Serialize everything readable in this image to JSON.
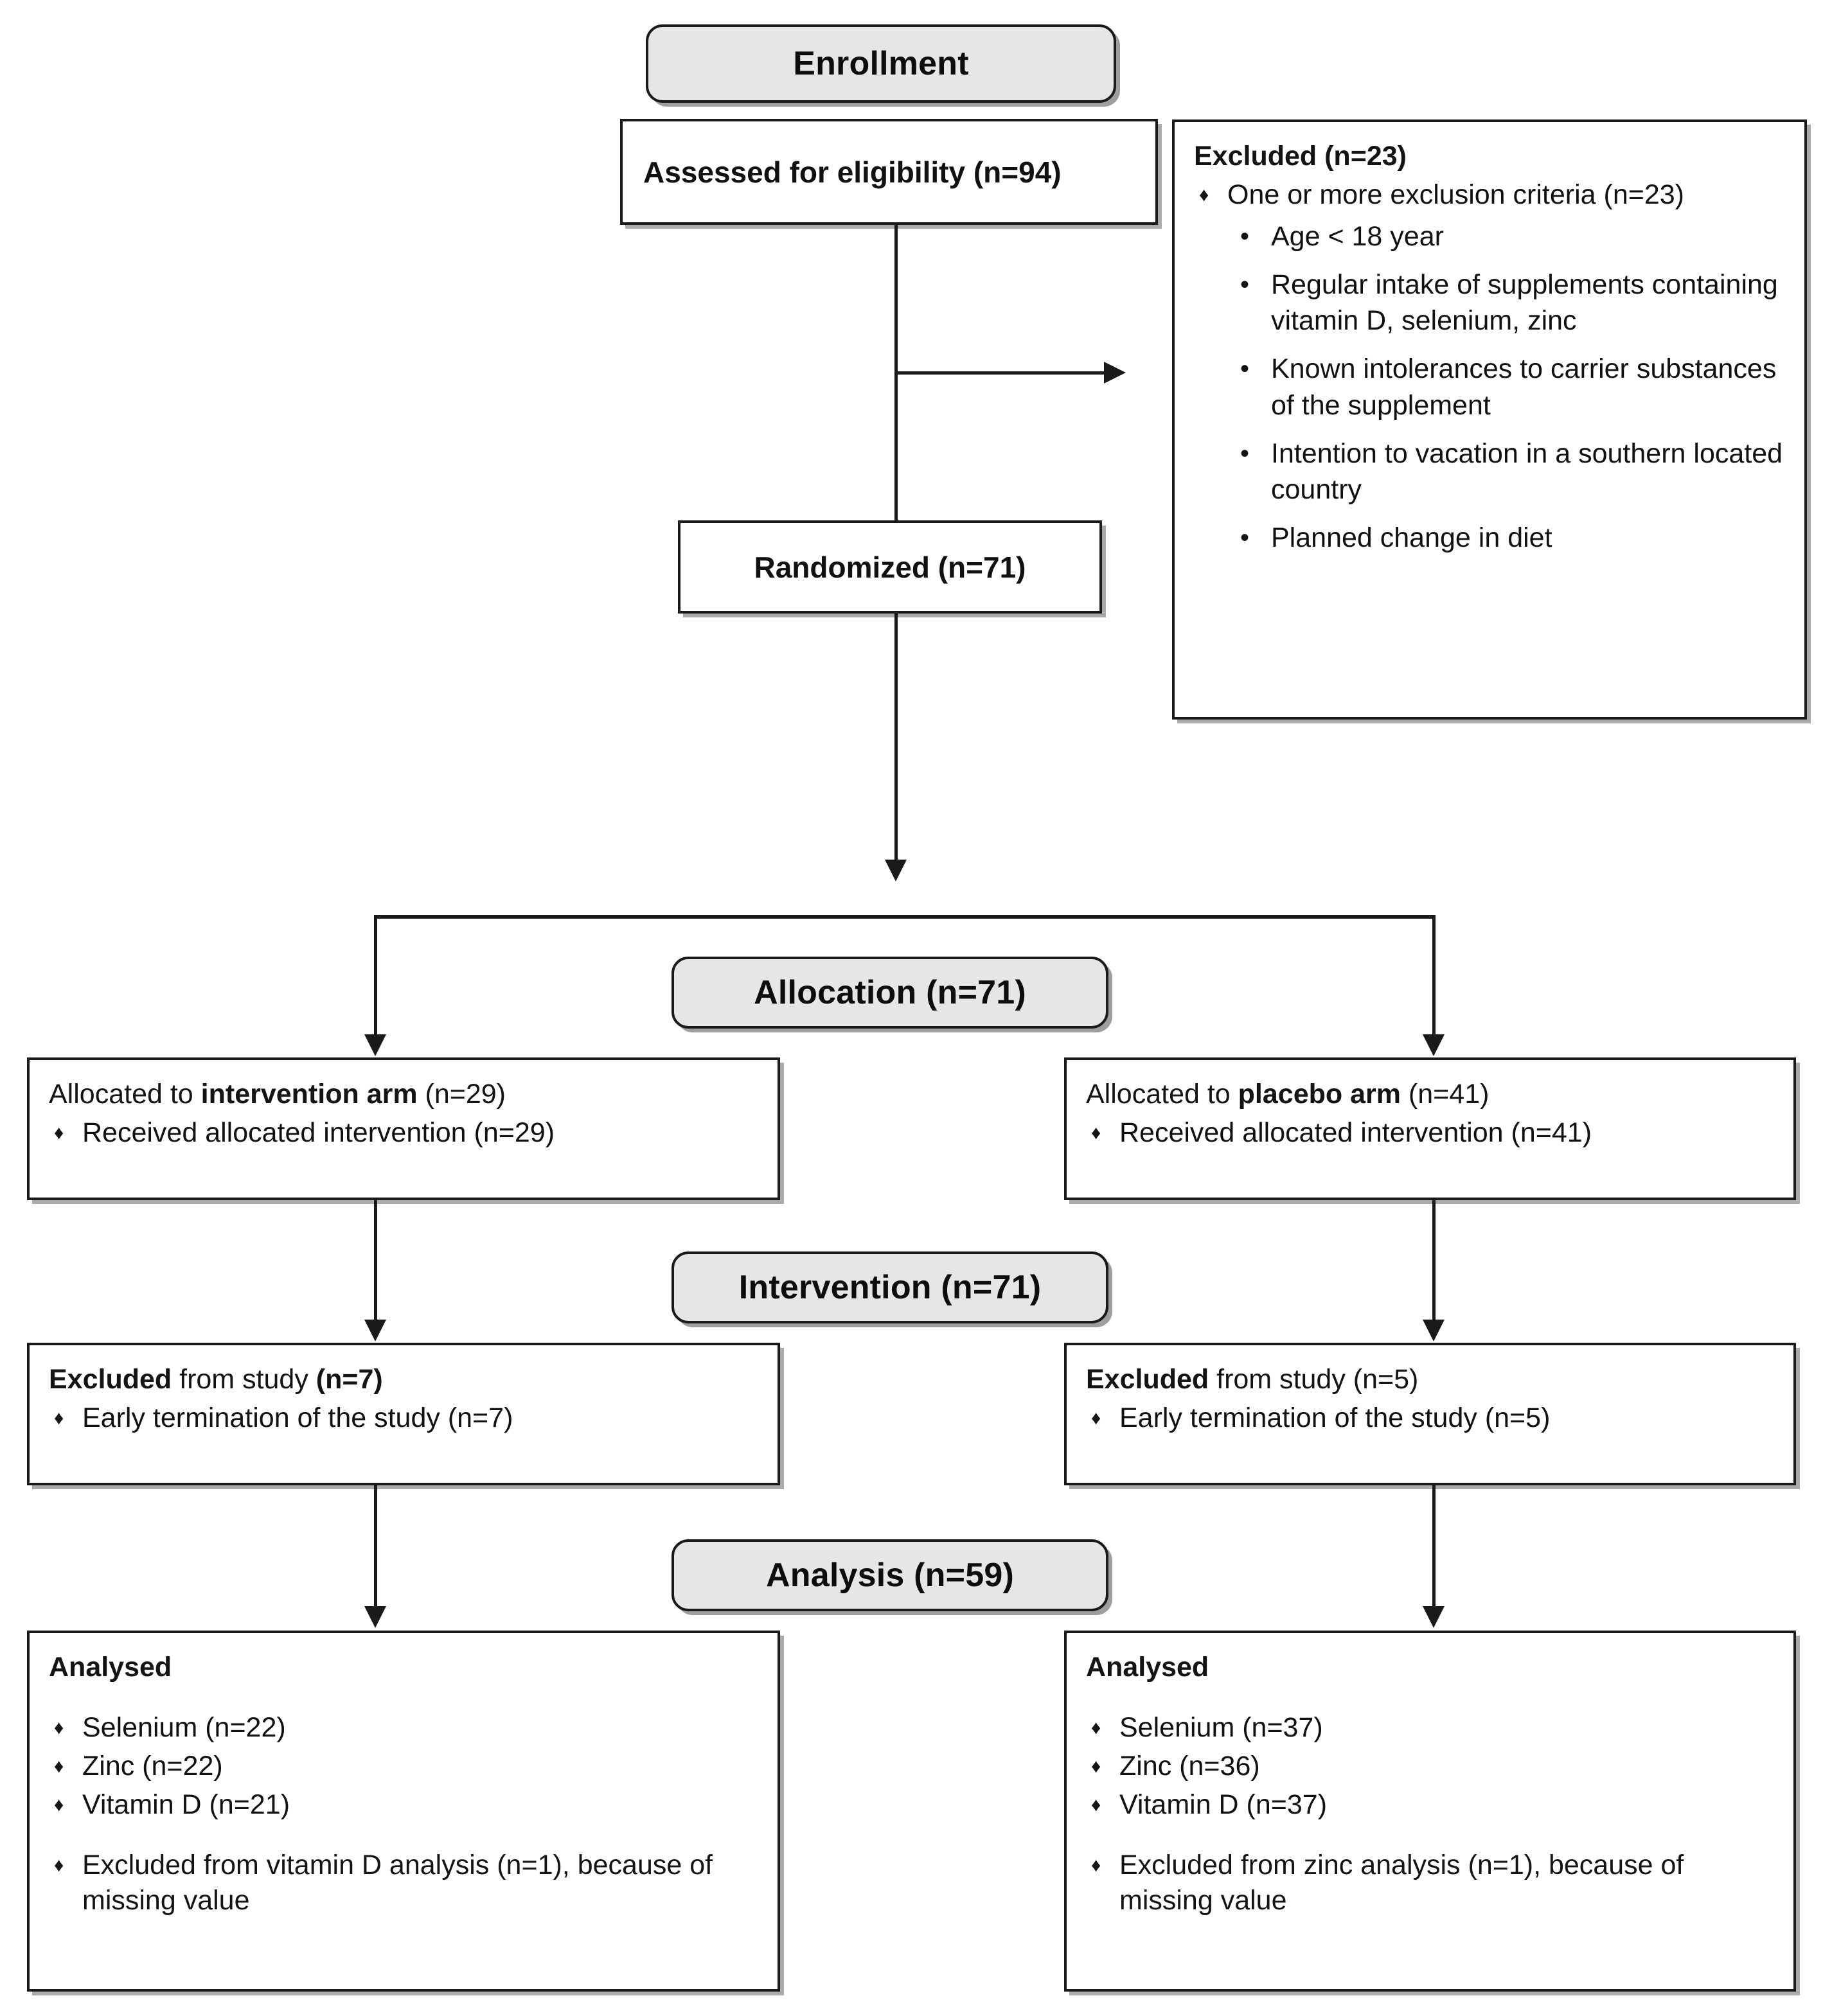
{
  "diagram": {
    "title": "CONSORT participant flow diagram",
    "stages": [
      {
        "id": "enrollment",
        "label": "Enrollment"
      },
      {
        "id": "allocation",
        "label": "Allocation (n=71)"
      },
      {
        "id": "intervention",
        "label": "Intervention (n=71)"
      },
      {
        "id": "analysis",
        "label": "Analysis (n=59)"
      }
    ],
    "enrollment": {
      "assessed": "Assessed for eligibility (n=94)",
      "randomized": "Randomized (n=71)",
      "excluded": {
        "heading": "Excluded (n=23)",
        "primary_bullet": "One or more exclusion criteria (n=23)",
        "sub_bullets": [
          "Age < 18 year",
          "Regular intake of supplements containing vitamin D, selenium, zinc",
          "Known intolerances to carrier substances of the supplement",
          "Intention to vacation in a southern located country",
          "Planned change in diet"
        ]
      }
    },
    "allocation": {
      "left": {
        "heading_prefix": "Allocated to ",
        "heading_bold": "intervention arm",
        "heading_suffix": " (n=29)",
        "bullets": [
          "Received allocated intervention (n=29)"
        ]
      },
      "right": {
        "heading_prefix": "Allocated to ",
        "heading_bold": "placebo arm",
        "heading_suffix": " (n=41)",
        "bullets": [
          "Received allocated intervention (n=41)"
        ]
      }
    },
    "intervention": {
      "left": {
        "heading_bold": "Excluded",
        "heading_rest": " from study ",
        "heading_count_bold": "(n=7)",
        "bullets": [
          "Early termination of the study (n=7)"
        ]
      },
      "right": {
        "heading_bold": "Excluded",
        "heading_rest": " from study (n=5)",
        "heading_count_bold": "",
        "bullets": [
          "Early termination of the study (n=5)"
        ]
      }
    },
    "analysis": {
      "left": {
        "heading": "Analysed",
        "bullets": [
          "Selenium (n=22)",
          "Zinc (n=22)",
          "Vitamin D (n=21)"
        ],
        "note": "Excluded from vitamin D analysis (n=1), because of missing value"
      },
      "right": {
        "heading": "Analysed",
        "bullets": [
          "Selenium (n=37)",
          "Zinc (n=36)",
          "Vitamin D (n=37)"
        ],
        "note": "Excluded from zinc analysis (n=1), because of missing value"
      }
    },
    "colors": {
      "stage_fill": "#e6e6e6",
      "line": "#1a1a1a",
      "box_fill": "#ffffff",
      "shadow": "#555555"
    }
  }
}
